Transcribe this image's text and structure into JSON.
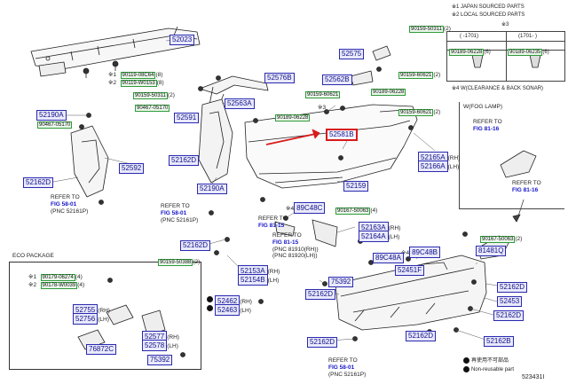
{
  "notes": {
    "japan": "※1 JAPAN SOURCED PARTS",
    "local": "※2 LOCAL SOURCED PARTS",
    "star3": "※3",
    "star4": "※4  W(CLEARANCE & BACK SONAR)",
    "fog": "W(FOG LAMP)",
    "eco": "ECO PACKAGE",
    "no_reuse_jp": "再使用不可部品",
    "no_reuse_en": "Non-reusable part",
    "footer_id": "523431I"
  },
  "sub_table": {
    "h1": "(  -1701)",
    "h2": "(1701-  )",
    "c1": "90189-06228",
    "c1n": "(6)",
    "c2": "90189-06235",
    "c2n": "(6)"
  },
  "parts": {
    "p52023": "52023",
    "p52576B": "52576B",
    "p52575": "52575",
    "p52562B": "52562B",
    "p52563A": "52563A",
    "p52190A_top": "52190A",
    "p52591": "52591",
    "p52162D_a": "52162D",
    "p52592": "52592",
    "p52162D_b": "52162D",
    "p52190A_mid": "52190A",
    "p52581B": "52581B",
    "p52159": "52159",
    "p52165A": "52165A",
    "p52166A": "52166A",
    "p89C48C": "89C48C",
    "p52163A": "52163A",
    "p52164A": "52164A",
    "p52162D_c": "52162D",
    "p52153A": "52153A",
    "p52154B": "52154B",
    "p89C48B": "89C48B",
    "p89C48A": "89C48A",
    "p52451F": "52451F",
    "p81481Q": "81481Q",
    "p75392_a": "75392",
    "p52162D_d": "52162D",
    "p52462": "52462",
    "p52463": "52463",
    "p52162D_e": "52162D",
    "p52453": "52453",
    "p52162D_f": "52162D",
    "p52162D_g": "52162D",
    "p52162D_h": "52162D",
    "p52162B": "52162B",
    "p52755": "52755",
    "p52756": "52756",
    "p52577": "52577",
    "p52578": "52578",
    "p76872C": "76872C",
    "p75392_b": "75392"
  },
  "suffix": {
    "rh": "(RH)",
    "lh": "(LH)"
  },
  "fasteners": {
    "f1": "90159-50311",
    "f1n": "(2)",
    "f2": "90119-08C64",
    "f2n": "(8)",
    "f3": "90119-W0153",
    "f3n": "(8)",
    "f4": "90159-50311",
    "f4n": "(2)",
    "f5": "90159-60621",
    "f5n": "(2)",
    "f6": "90467-05170",
    "f7": "90159-60621",
    "f7n": "",
    "f8": "90189-06228",
    "f9": "90189-06228",
    "f10": "90467-05170",
    "f11": "90159-60621",
    "f11n": "(2)",
    "f12": "90167-50063",
    "f12n": "(4)",
    "f13": "90159-50388",
    "f13n": "(2)",
    "f14": "90167-50063",
    "f14n": "(2)",
    "f15": "90179-06274",
    "f15n": "(4)",
    "f16": "90178-W0039",
    "f16n": "(4)"
  },
  "refs": {
    "r1": {
      "l1": "REFER TO",
      "fig": "FIG 58-01",
      "l3": "(PNC 52161P)"
    },
    "r2": {
      "l1": "REFER TO",
      "fig": "FIG 58-01",
      "l3": "(PNC 52161P)"
    },
    "r3": {
      "l1": "REFER TO",
      "fig": "FIG 81-15"
    },
    "r4": {
      "l1": "REFER TO",
      "fig": "FIG 81-15",
      "l3": "(PNC 81910(RH))",
      "l4": "(PNC 81920(LH))"
    },
    "r5": {
      "l1": "REFER TO",
      "fig": "FIG 81-16"
    },
    "r6": {
      "l1": "REFER TO",
      "fig": "FIG 81-16"
    },
    "r7": {
      "l1": "REFER TO",
      "fig": "FIG 58-01",
      "l3": "(PNC 52161P)"
    }
  },
  "star_marks": {
    "s1": "※1",
    "s2": "※2",
    "s3": "※3",
    "s4": "※4",
    "s5": "※4"
  },
  "icons": [
    "clip-icon",
    "bolt-icon",
    "screw-icon",
    "nut-icon"
  ],
  "colors": {
    "part_border": "#2a2ab0",
    "part_fill": "#e9e9fb",
    "fastener_border": "#2f9a3a",
    "fastener_fill": "#eaf7ea",
    "highlight": "#d81b1b",
    "ref_link": "#1515c8"
  }
}
